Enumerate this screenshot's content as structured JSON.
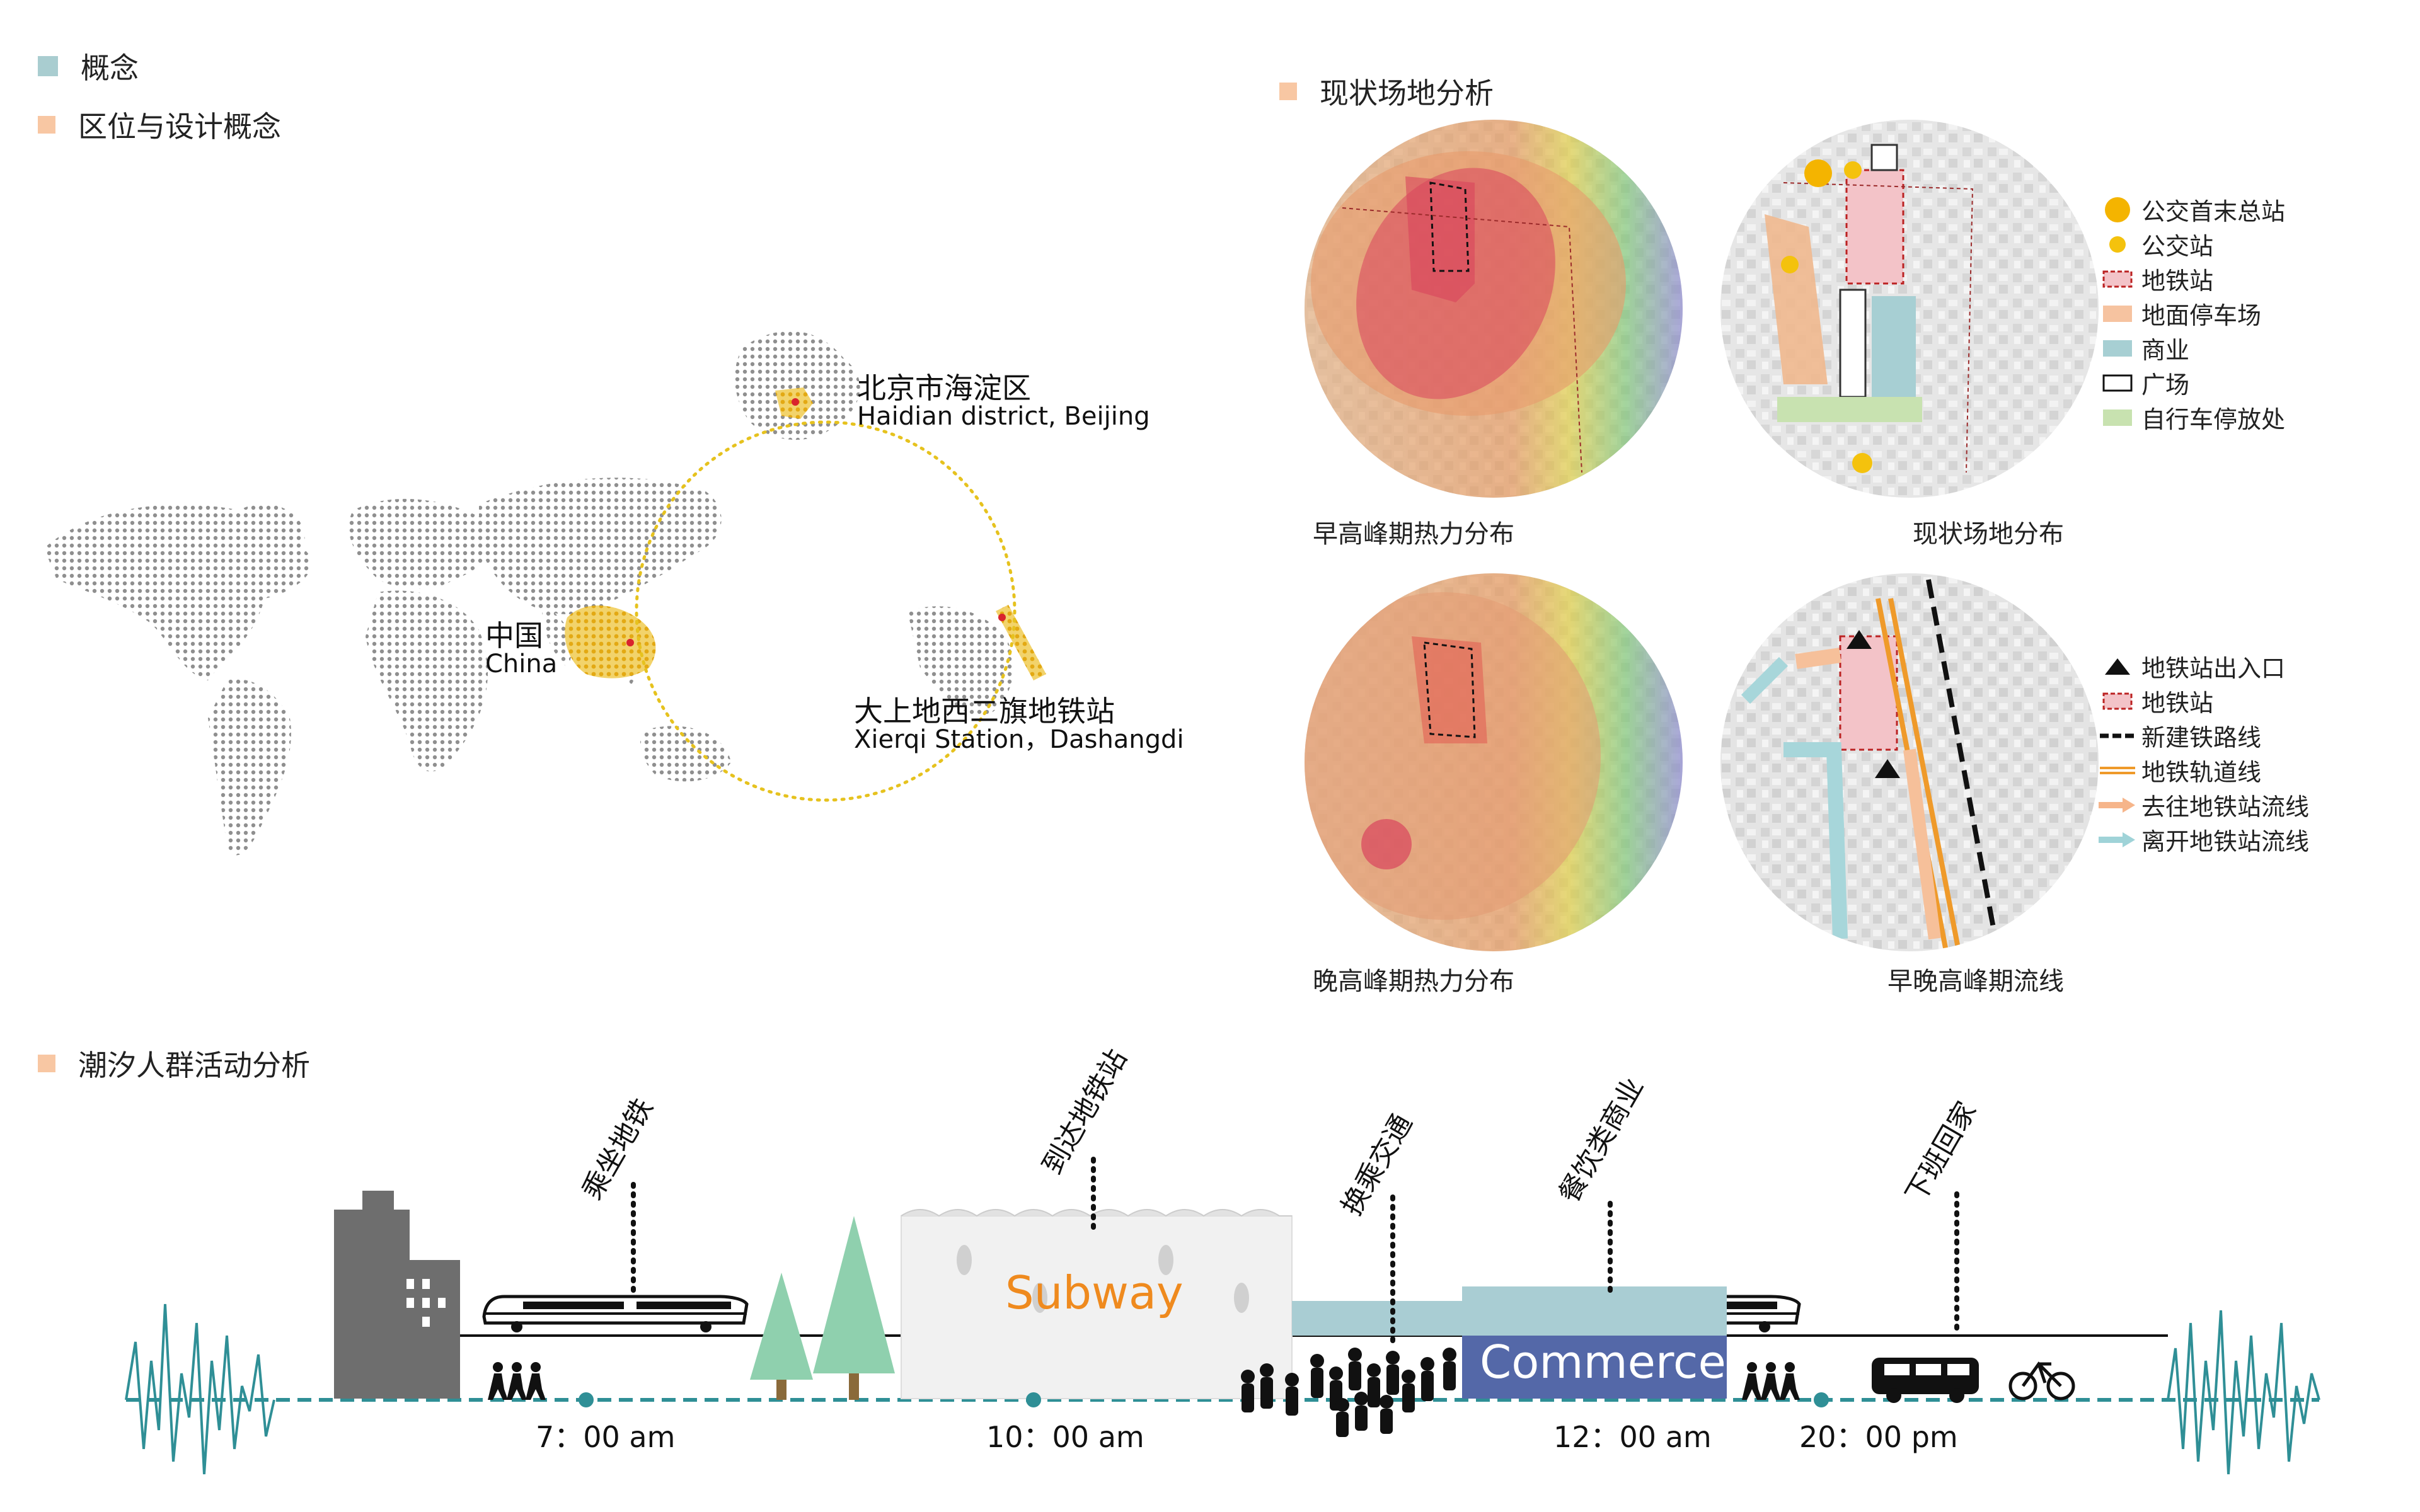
{
  "colors": {
    "concept_square": "#a9cdd0",
    "section_square": "#f8c7a3",
    "map_dots": "#8f8f8f",
    "china_yellow": "#e8b923",
    "heat_red": "#d9445c",
    "subway_text": "#ef8a1e",
    "commerce_blue": "#5468a8",
    "teal_line": "#2f8f96",
    "tree_green": "#8fd0ae",
    "building_gray": "#6e6e6e"
  },
  "headings": {
    "concept": "概念",
    "location": "区位与设计概念",
    "site_analysis": "现状场地分析",
    "tidal": "潮汐人群活动分析"
  },
  "map_labels": {
    "haidian_cn": "北京市海淀区",
    "haidian_en": "Haidian district, Beijing",
    "china_cn": "中国",
    "china_en": "China",
    "xierqi_cn": "大上地西二旗地铁站",
    "xierqi_en": "Xierqi Station，Dashangdi"
  },
  "circle_captions": {
    "morning_heat": "早高峰期热力分布",
    "current_site": "现状场地分布",
    "evening_heat": "晚高峰期热力分布",
    "peak_flow": "早晚高峰期流线"
  },
  "legend_site": [
    {
      "icon": "bus-terminal-icon",
      "label": "公交首末总站"
    },
    {
      "icon": "bus-stop-icon",
      "label": "公交站"
    },
    {
      "icon": "subway-station-icon",
      "label": "地铁站"
    },
    {
      "icon": "parking-icon",
      "label": "地面停车场"
    },
    {
      "icon": "commerce-icon",
      "label": "商业"
    },
    {
      "icon": "plaza-icon",
      "label": "广场"
    },
    {
      "icon": "bike-parking-icon",
      "label": "自行车停放处"
    }
  ],
  "legend_flow": [
    {
      "icon": "entrance-icon",
      "label": "地铁站出入口"
    },
    {
      "icon": "subway-station-icon",
      "label": "地铁站"
    },
    {
      "icon": "new-rail-icon",
      "label": "新建铁路线"
    },
    {
      "icon": "subway-track-icon",
      "label": "地铁轨道线"
    },
    {
      "icon": "to-station-flow-icon",
      "label": "去往地铁站流线"
    },
    {
      "icon": "from-station-flow-icon",
      "label": "离开地铁站流线"
    }
  ],
  "timeline": {
    "activities": [
      "乘坐地铁",
      "到达地铁站",
      "换乘交通",
      "餐饮类商业",
      "下班回家"
    ],
    "times": [
      "7：00 am",
      "10：00 am",
      "12：00 am",
      "20：00 pm"
    ],
    "subway_label": "Subway",
    "commerce_label": "Commerce"
  }
}
